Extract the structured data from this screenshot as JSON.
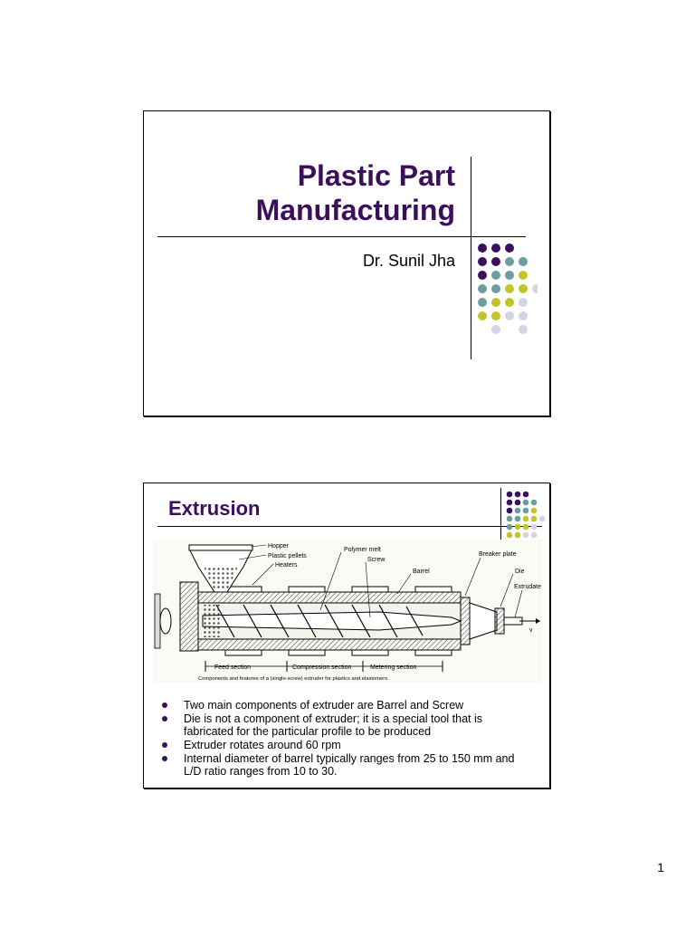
{
  "colors": {
    "purple": "#3b0f5c",
    "teal": "#6a9ea0",
    "olive": "#c2c42a",
    "lavender": "#d6d3e6"
  },
  "slide1": {
    "title_line1": "Plastic Part",
    "title_line2": "Manufacturing",
    "author": "Dr. Sunil Jha",
    "dot_icon": "decorative-dot-grid"
  },
  "slide2": {
    "title": "Extrusion",
    "figure": {
      "labels": {
        "hopper": "Hopper",
        "pellets": "Plastic pellets",
        "heaters": "Heaters",
        "melt": "Polymer melt",
        "screw": "Screw",
        "barrel": "Barrel",
        "breaker": "Breaker plate",
        "die": "Die",
        "extrudate": "Extrudate",
        "v": "v",
        "feed": "Feed section",
        "compression": "Compression section",
        "metering": "Metering section"
      },
      "caption": "Components and features of a (single-screw) extruder for plastics and elastomers."
    },
    "bullets": [
      "Two main components of extruder are Barrel and Screw",
      "Die is not a component of extruder; it is a special tool that is fabricated for the particular profile to be produced",
      "Extruder rotates around 60 rpm",
      "Internal diameter of barrel typically ranges from 25 to 150 mm and L/D ratio ranges from 10 to 30."
    ]
  },
  "page_number": "1"
}
